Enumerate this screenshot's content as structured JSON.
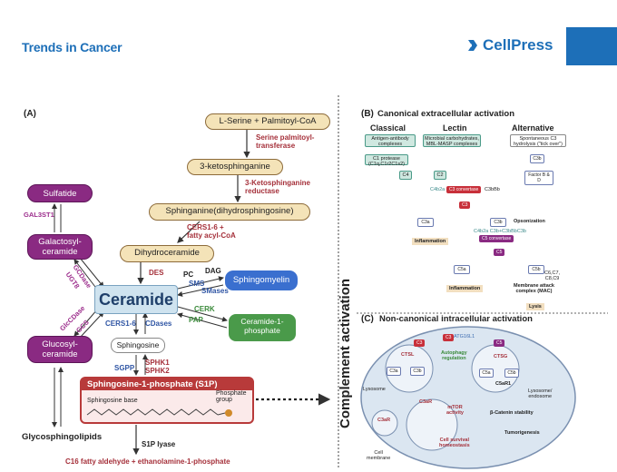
{
  "header": {
    "journal": "Trends in Cancer",
    "brand": "CellPress"
  },
  "panelA": {
    "label": "(A)",
    "serine": "L-Serine + Palmitoyl-CoA",
    "spt": "Serine palmitoyl-\ntransferase",
    "ketosph": "3-ketosphinganine",
    "ketored": "3-Ketosphinganine\nreductase",
    "sphinganine": "Sphinganine(dihydrosphingosine)",
    "cers1": "CERS1-6 +\nfatty acyl-CoA",
    "dihydrocer": "Dihydroceramide",
    "des": "DES",
    "ceramide": "Ceramide",
    "sulfatide": "Sulfatide",
    "gal3st1": "GAL3ST1",
    "galcer": "Galactosyl-\nceramide",
    "galcdase": "GCDase",
    "ugt8": "UGT8",
    "glccdase": "GlcCDase",
    "gcs": "GCS",
    "glccer": "Glucosyl-\nceramide",
    "gsl": "Glycosphingolipids",
    "pc": "PC",
    "dag": "DAG",
    "sms": "SMS",
    "smases": "SMases",
    "sphingomyelin": "Sphingomyelin",
    "cerk": "CERK",
    "pap": "PAP",
    "c1p": "Ceramide-1-\nphosphate",
    "cers16": "CERS1-6",
    "cdases": "CDases",
    "sphingosine": "Sphingosine",
    "sgpp": "SGPP",
    "sphk": "SPHK1\nSPHK2",
    "s1p": "Sphingosine-1-phosphate (S1P)",
    "phosphate_group": "Phosphate group",
    "sph_base": "Sphingosine base",
    "s1plyase": "S1P lyase",
    "c16": "C16 fatty aldehyde + ethanolamine-1-phosphate"
  },
  "middle": {
    "complement": "Complement activation"
  },
  "panelB": {
    "label": "(B)",
    "title": "Canonical extracellular  activation",
    "classical": "Classical",
    "lectin": "Lectin",
    "alternative": "Alternative",
    "classical_box": "Antigen-antibody\ncomplexes",
    "lectin_box": "Microbial carbohydrates,\nMBL-MASP complexes",
    "alt_box": "Spontaneous C3\nhydrolysis (\"tick over\")",
    "c1": "C1 protease\n(C1q,C1r2C1s2)",
    "c3b_a": "C3b",
    "c4": "C4",
    "c2": "C2",
    "factor": "Factor B & D",
    "c4b2a": "C4b2a",
    "c3conv": "C3 convertase",
    "c3bbb": "C3bBb",
    "c3": "C3",
    "c3a": "C3a",
    "c3b": "C3b",
    "opson": "Opsonization",
    "inflam1": "Inflammation",
    "c5conv_lbl": "C4b2a C3b+C3bBbC3b",
    "c5conv": "C5 convertase",
    "c5": "C5",
    "c5a": "C5a",
    "c5b": "C5b",
    "c5b_list": "C6,C7,\nC8,C9",
    "mac": "Membrane attack\ncomplex (MAC)",
    "inflam2": "Inflammation",
    "lysis": "Lysis"
  },
  "panelC": {
    "label": "(C)",
    "title": "Non-canonical intracellular  activation",
    "c3_top": "C3",
    "c3_mid": "C3",
    "ctsl": "CTSL",
    "atg": "ATG16L1",
    "autophagy": "Autophagy\nregulation",
    "c5": "C5",
    "ctsg": "CTSG",
    "c3a": "C3a",
    "c3b": "C3b",
    "c5a": "C5a",
    "c5b": "C5b",
    "c5ar1": "C5aR1",
    "lysosome": "Lysosome",
    "lys_endo": "Lysosome/\nendosome",
    "c3ar_a": "C3aR",
    "c3ar_b": "C3aR",
    "mtor": "mTOR\nactivity",
    "bcat": "β-Catenin stability",
    "tumor": "Tumorigenesis",
    "survival": "Cell survival\nhomeostasis",
    "membrane": "Cell\nmembrane"
  }
}
